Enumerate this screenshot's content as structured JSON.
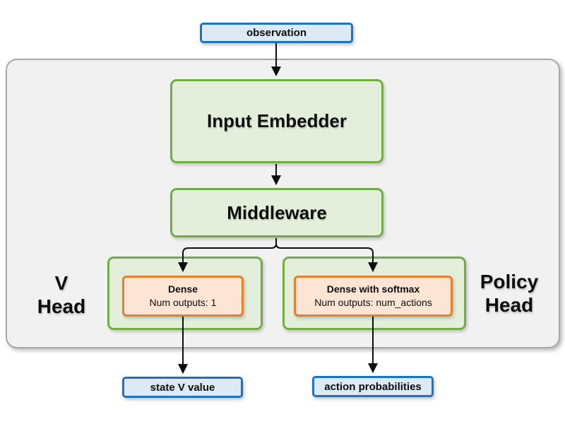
{
  "diagram": {
    "type": "architecture-flowchart",
    "nodes": {
      "observation": {
        "label": "observation"
      },
      "input_embedder": {
        "label": "Input Embedder"
      },
      "middleware": {
        "label": "Middleware"
      },
      "v_head_label": {
        "line1": "V",
        "line2": "Head"
      },
      "policy_head_label": {
        "line1": "Policy",
        "line2": "Head"
      },
      "dense": {
        "title": "Dense",
        "subtitle": "Num outputs: 1"
      },
      "dense_softmax": {
        "title": "Dense with softmax",
        "subtitle": "Num outputs: num_actions"
      },
      "state_v_value": {
        "label": "state V value"
      },
      "action_probabilities": {
        "label": "action probabilities"
      }
    },
    "edges": [
      {
        "from": "observation",
        "to": "input_embedder"
      },
      {
        "from": "input_embedder",
        "to": "middleware"
      },
      {
        "from": "middleware",
        "to": "dense"
      },
      {
        "from": "middleware",
        "to": "dense_softmax"
      },
      {
        "from": "dense",
        "to": "state_v_value"
      },
      {
        "from": "dense_softmax",
        "to": "action_probabilities"
      }
    ],
    "colors": {
      "io_fill": "#dde9f5",
      "io_border": "#1e73be",
      "green_fill": "#e3efda",
      "green_border": "#71ad47",
      "orange_fill": "#fce5d4",
      "orange_border": "#ea7c2e",
      "container_fill": "#f1f1f1",
      "container_border": "#a9a9a9",
      "arrow": "#0d0d0d",
      "text": "#0d0d0d"
    }
  }
}
